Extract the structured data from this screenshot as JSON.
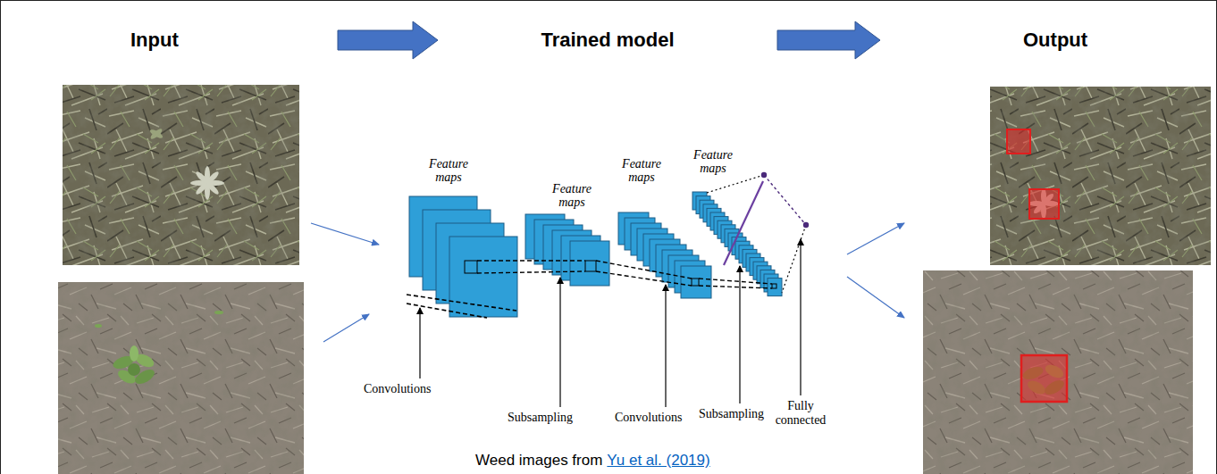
{
  "diagram": {
    "nodes": [
      {
        "text": [
          "Input"
        ]
      },
      {
        "text": [
          "Trained model"
        ]
      },
      {
        "text": [
          "Output"
        ]
      }
    ],
    "edges": [
      {
        "from": 0,
        "to": 1,
        "arrow": "to"
      },
      {
        "from": 1,
        "to": 2,
        "arrow": "to"
      }
    ],
    "labels": [
      "Feature maps",
      "Feature maps",
      "Feature maps",
      "Feature maps",
      "Convolutions",
      "Subsampling",
      "Convolutions",
      "Subsampling",
      "Fully connected",
      "Weed images from",
      "Yu et al. (2019)"
    ]
  }
}
